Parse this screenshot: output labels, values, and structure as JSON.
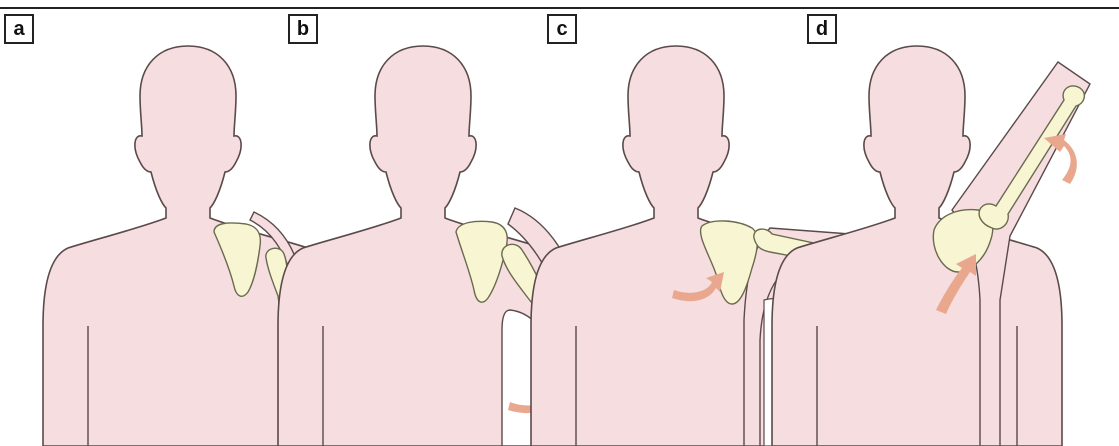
{
  "figure": {
    "panels": [
      {
        "label": "a"
      },
      {
        "label": "b"
      },
      {
        "label": "c"
      },
      {
        "label": "d"
      }
    ]
  },
  "colors": {
    "body_fill": "#f6dde0",
    "outline": "#5a4a4a",
    "bone_fill": "#f7f5d2",
    "bone_stroke": "#6a6a50",
    "arrow_fill": "#e9a88e",
    "frame_line": "#222222"
  }
}
